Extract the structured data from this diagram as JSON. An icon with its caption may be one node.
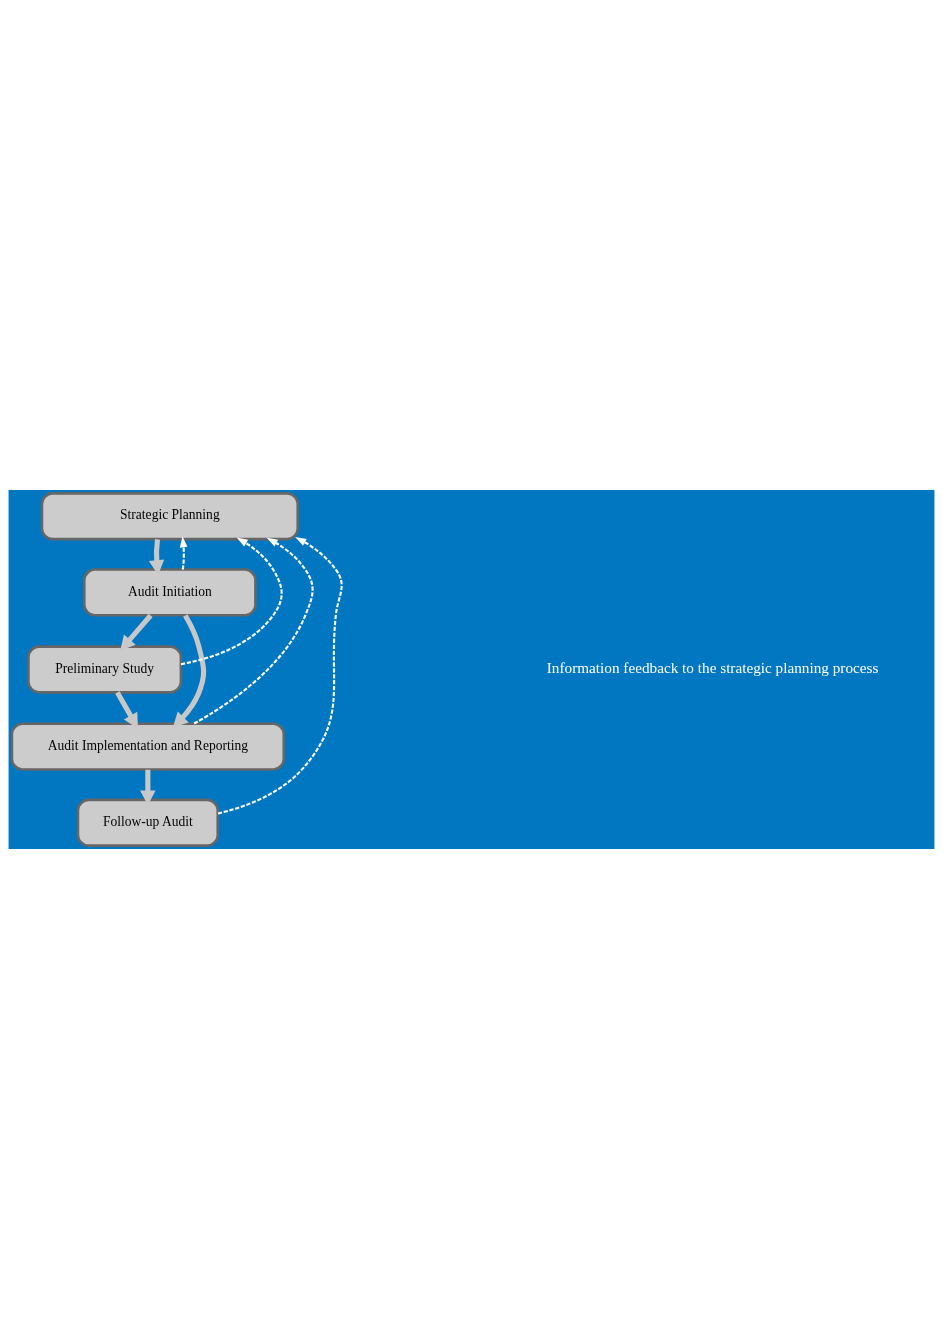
{
  "diagram": {
    "nodes": [
      {
        "text": [
          "Strategic Planning"
        ]
      },
      {
        "text": [
          "Audit Initiation"
        ]
      },
      {
        "text": [
          "Preliminary Study"
        ]
      },
      {
        "text": [
          "Audit Implementation and Reporting"
        ]
      },
      {
        "text": [
          "Follow-up Audit"
        ]
      }
    ],
    "edges": [
      {
        "from": 0,
        "to": 1,
        "arrow": "to"
      },
      {
        "from": 1,
        "to": 2,
        "arrow": "to"
      },
      {
        "from": 1,
        "to": 3,
        "arrow": "to"
      },
      {
        "from": 2,
        "to": 3,
        "arrow": "to"
      },
      {
        "from": 3,
        "to": 4,
        "arrow": "to"
      },
      {
        "from": 1,
        "to": 0,
        "arrow": "to",
        "style": "dashed",
        "color": "#ffffff"
      },
      {
        "from": 2,
        "to": 0,
        "arrow": "to",
        "style": "dashed",
        "color": "#ffffff"
      },
      {
        "from": 3,
        "to": 0,
        "arrow": "to",
        "style": "dashed",
        "color": "#ffffff"
      },
      {
        "from": 4,
        "to": 0,
        "arrow": "to",
        "style": "dashed",
        "color": "#ffffff"
      }
    ],
    "labels": [
      "Information feedback to the strategic planning process"
    ]
  }
}
